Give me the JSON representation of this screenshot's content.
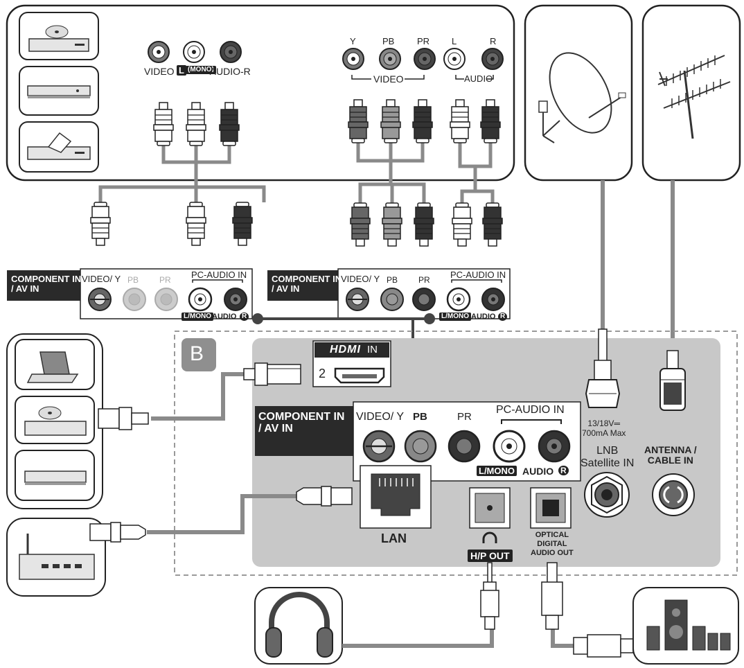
{
  "labels": {
    "av_top_video": "VIDEO",
    "av_top_l": "L",
    "av_top_mono": "(MONO)",
    "av_top_audio_r": "-AUDIO-R",
    "comp_top_y": "Y",
    "comp_top_pb": "PB",
    "comp_top_pr": "PR",
    "comp_top_l": "L",
    "comp_top_r": "R",
    "comp_top_video_group": "VIDEO",
    "comp_top_audio_group": "AUDIO",
    "panel_title": "COMPONENT IN\n/ AV IN",
    "panel_video_y": "VIDEO/ Y",
    "panel_pb": "PB",
    "panel_pr": "PR",
    "panel_pc_audio": "PC-AUDIO IN",
    "panel_lmono": "L/MONO",
    "panel_audio": "AUDIO",
    "panel_r_badge": "R",
    "section_badge": "B",
    "hdmi_logo": "HDMI",
    "hdmi_in": "IN",
    "hdmi_port_number": "2",
    "lan": "LAN",
    "hp_out": "H/P OUT",
    "optical": "OPTICAL\nDIGITAL\nAUDIO OUT",
    "lnb_spec": "13/18V═\n700mA Max",
    "lnb": "LNB\nSatellite IN",
    "antenna": "ANTENNA /\nCABLE IN"
  },
  "colors": {
    "tv_panel": "#c8c8c8",
    "cable": "#8a8a8a",
    "dark": "#2a2a2a",
    "pb_jack": "#9a9a9a",
    "frame": "#222222"
  },
  "devices": {
    "top_left": [
      "dvd-player-icon",
      "blu-ray-player-icon",
      "set-top-box-icon"
    ],
    "mid_left": [
      "laptop-icon",
      "dvd-player-icon",
      "set-top-box-icon"
    ],
    "router": "wifi-router-icon",
    "satellite": "satellite-dish-icon",
    "antenna": "tv-antenna-icon",
    "headphones": "headphones-icon",
    "speakers": "home-theater-speakers-icon"
  }
}
